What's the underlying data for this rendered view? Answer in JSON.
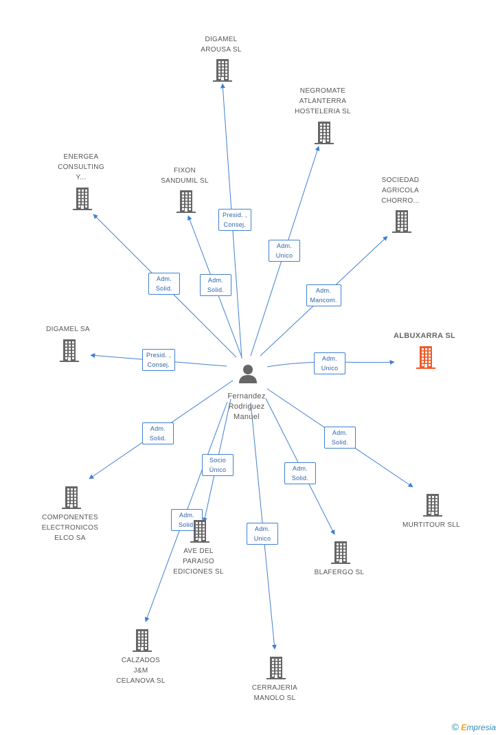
{
  "colors": {
    "edge": "#3f7fd0",
    "company": "#666666",
    "highlight": "#f05a28"
  },
  "person": {
    "name": "Fernandez\nRodriguez\nManuel"
  },
  "companies": [
    {
      "id": "digamel-arousa",
      "label": "DIGAMEL\nAROUSA SL",
      "highlight": false
    },
    {
      "id": "negromate",
      "label": "NEGROMATE\nATLANTERRA\nHOSTELERIA SL",
      "highlight": false
    },
    {
      "id": "energea",
      "label": "ENERGEA\nCONSULTING\nY...",
      "highlight": false
    },
    {
      "id": "fixon",
      "label": "FIXON\nSANDUMIL SL",
      "highlight": false
    },
    {
      "id": "sociedad",
      "label": "SOCIEDAD\nAGRICOLA\nCHORRO...",
      "highlight": false
    },
    {
      "id": "digamel-sa",
      "label": "DIGAMEL SA",
      "highlight": false
    },
    {
      "id": "albuxarra",
      "label": "ALBUXARRA SL",
      "highlight": true
    },
    {
      "id": "componentes",
      "label": "COMPONENTES\nELECTRONICOS\nELCO SA",
      "highlight": false
    },
    {
      "id": "ave",
      "label": "AVE DEL\nPARAISO\nEDICIONES SL",
      "highlight": false
    },
    {
      "id": "murtitour",
      "label": "MURTITOUR SLL",
      "highlight": false
    },
    {
      "id": "blafergo",
      "label": "BLAFERGO SL",
      "highlight": false
    },
    {
      "id": "calzados",
      "label": "CALZADOS\nJ&M\nCELANOVA SL",
      "highlight": false
    },
    {
      "id": "cerrajeria",
      "label": "CERRAJERIA\nMANOLO SL",
      "highlight": false
    }
  ],
  "relations": [
    {
      "target": "digamel-arousa",
      "label": "Presid. ,\nConsej."
    },
    {
      "target": "negromate",
      "label": "Adm.\nUnico"
    },
    {
      "target": "energea",
      "label": "Adm.\nSolid."
    },
    {
      "target": "fixon",
      "label": "Adm.\nSolid."
    },
    {
      "target": "sociedad",
      "label": "Adm.\nMancom."
    },
    {
      "target": "digamel-sa",
      "label": "Presid. ,\nConsej."
    },
    {
      "target": "albuxarra",
      "label": "Adm.\nUnico"
    },
    {
      "target": "componentes",
      "label": "Adm.\nSolid."
    },
    {
      "target": "ave",
      "label": "Socio\nÚnico"
    },
    {
      "target": "calzados",
      "label": "Adm.\nSolid."
    },
    {
      "target": "cerrajeria",
      "label": "Adm.\nUnico"
    },
    {
      "target": "blafergo",
      "label": "Adm.\nSolid."
    },
    {
      "target": "murtitour",
      "label": "Adm.\nSolid."
    }
  ],
  "watermark": {
    "symbol": "©",
    "brand_initial": "E",
    "brand_rest": "mpresia"
  }
}
